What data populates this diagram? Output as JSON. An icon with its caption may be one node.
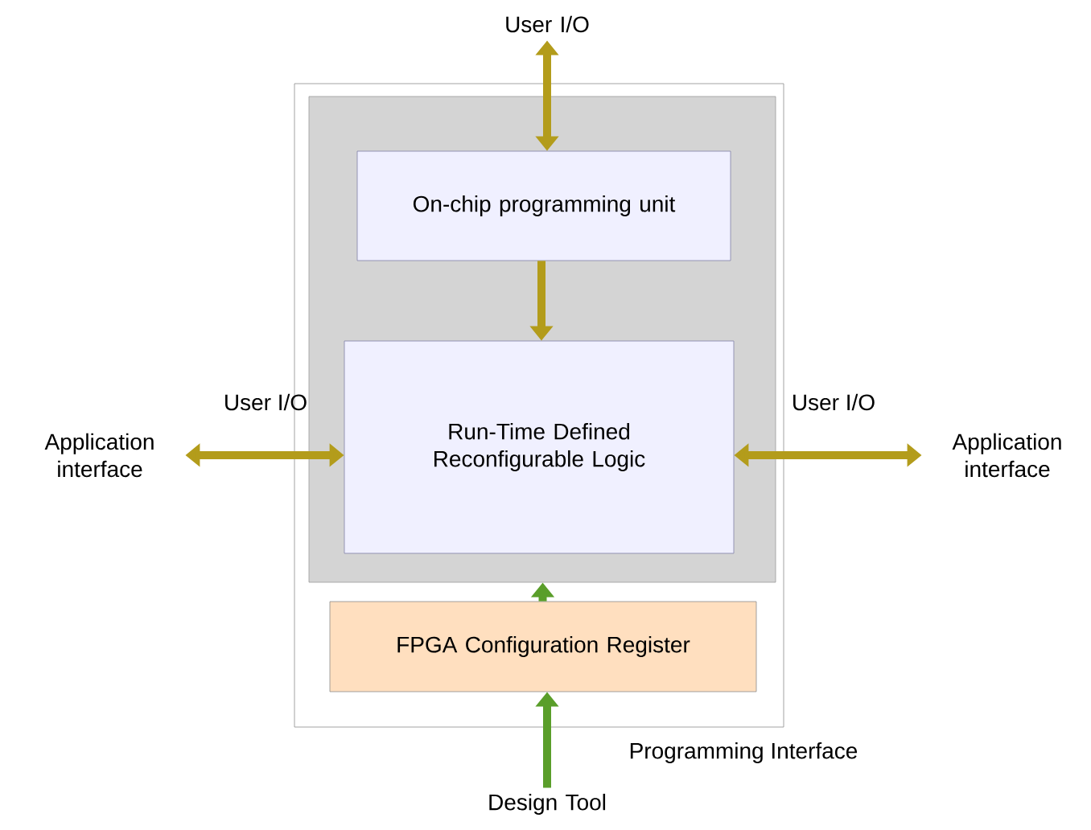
{
  "diagram": {
    "nodes": [
      {
        "text": [],
        "shape": "box"
      },
      {
        "text": [],
        "shape": "box",
        "in": 0
      },
      {
        "text": [
          "On-chip programming unit"
        ],
        "in": 1
      },
      {
        "text": [
          "Run-Time Defined Reconfigurable Logic"
        ],
        "in": 1
      },
      {
        "text": [
          "FPGA Configuration Register"
        ],
        "in": 0
      },
      {
        "text": [
          "User I/O"
        ]
      },
      {
        "text": [
          "Application interface"
        ]
      },
      {
        "text": [
          "Application interface"
        ]
      },
      {
        "text": [
          "Design Tool"
        ]
      }
    ],
    "edges": [
      {
        "from": 5,
        "to": 2,
        "arrow": "both"
      },
      {
        "from": 2,
        "to": 3,
        "arrow": "to"
      },
      {
        "from": 6,
        "to": 3,
        "arrow": "both",
        "label": "User I/O"
      },
      {
        "from": 3,
        "to": 7,
        "arrow": "both",
        "label": "User I/O"
      },
      {
        "from": 8,
        "to": 4,
        "arrow": "to",
        "label": "Programming Interface",
        "color": "#5a9e2a"
      },
      {
        "from": 4,
        "to": 1,
        "arrow": "to",
        "color": "#5a9e2a"
      }
    ]
  }
}
